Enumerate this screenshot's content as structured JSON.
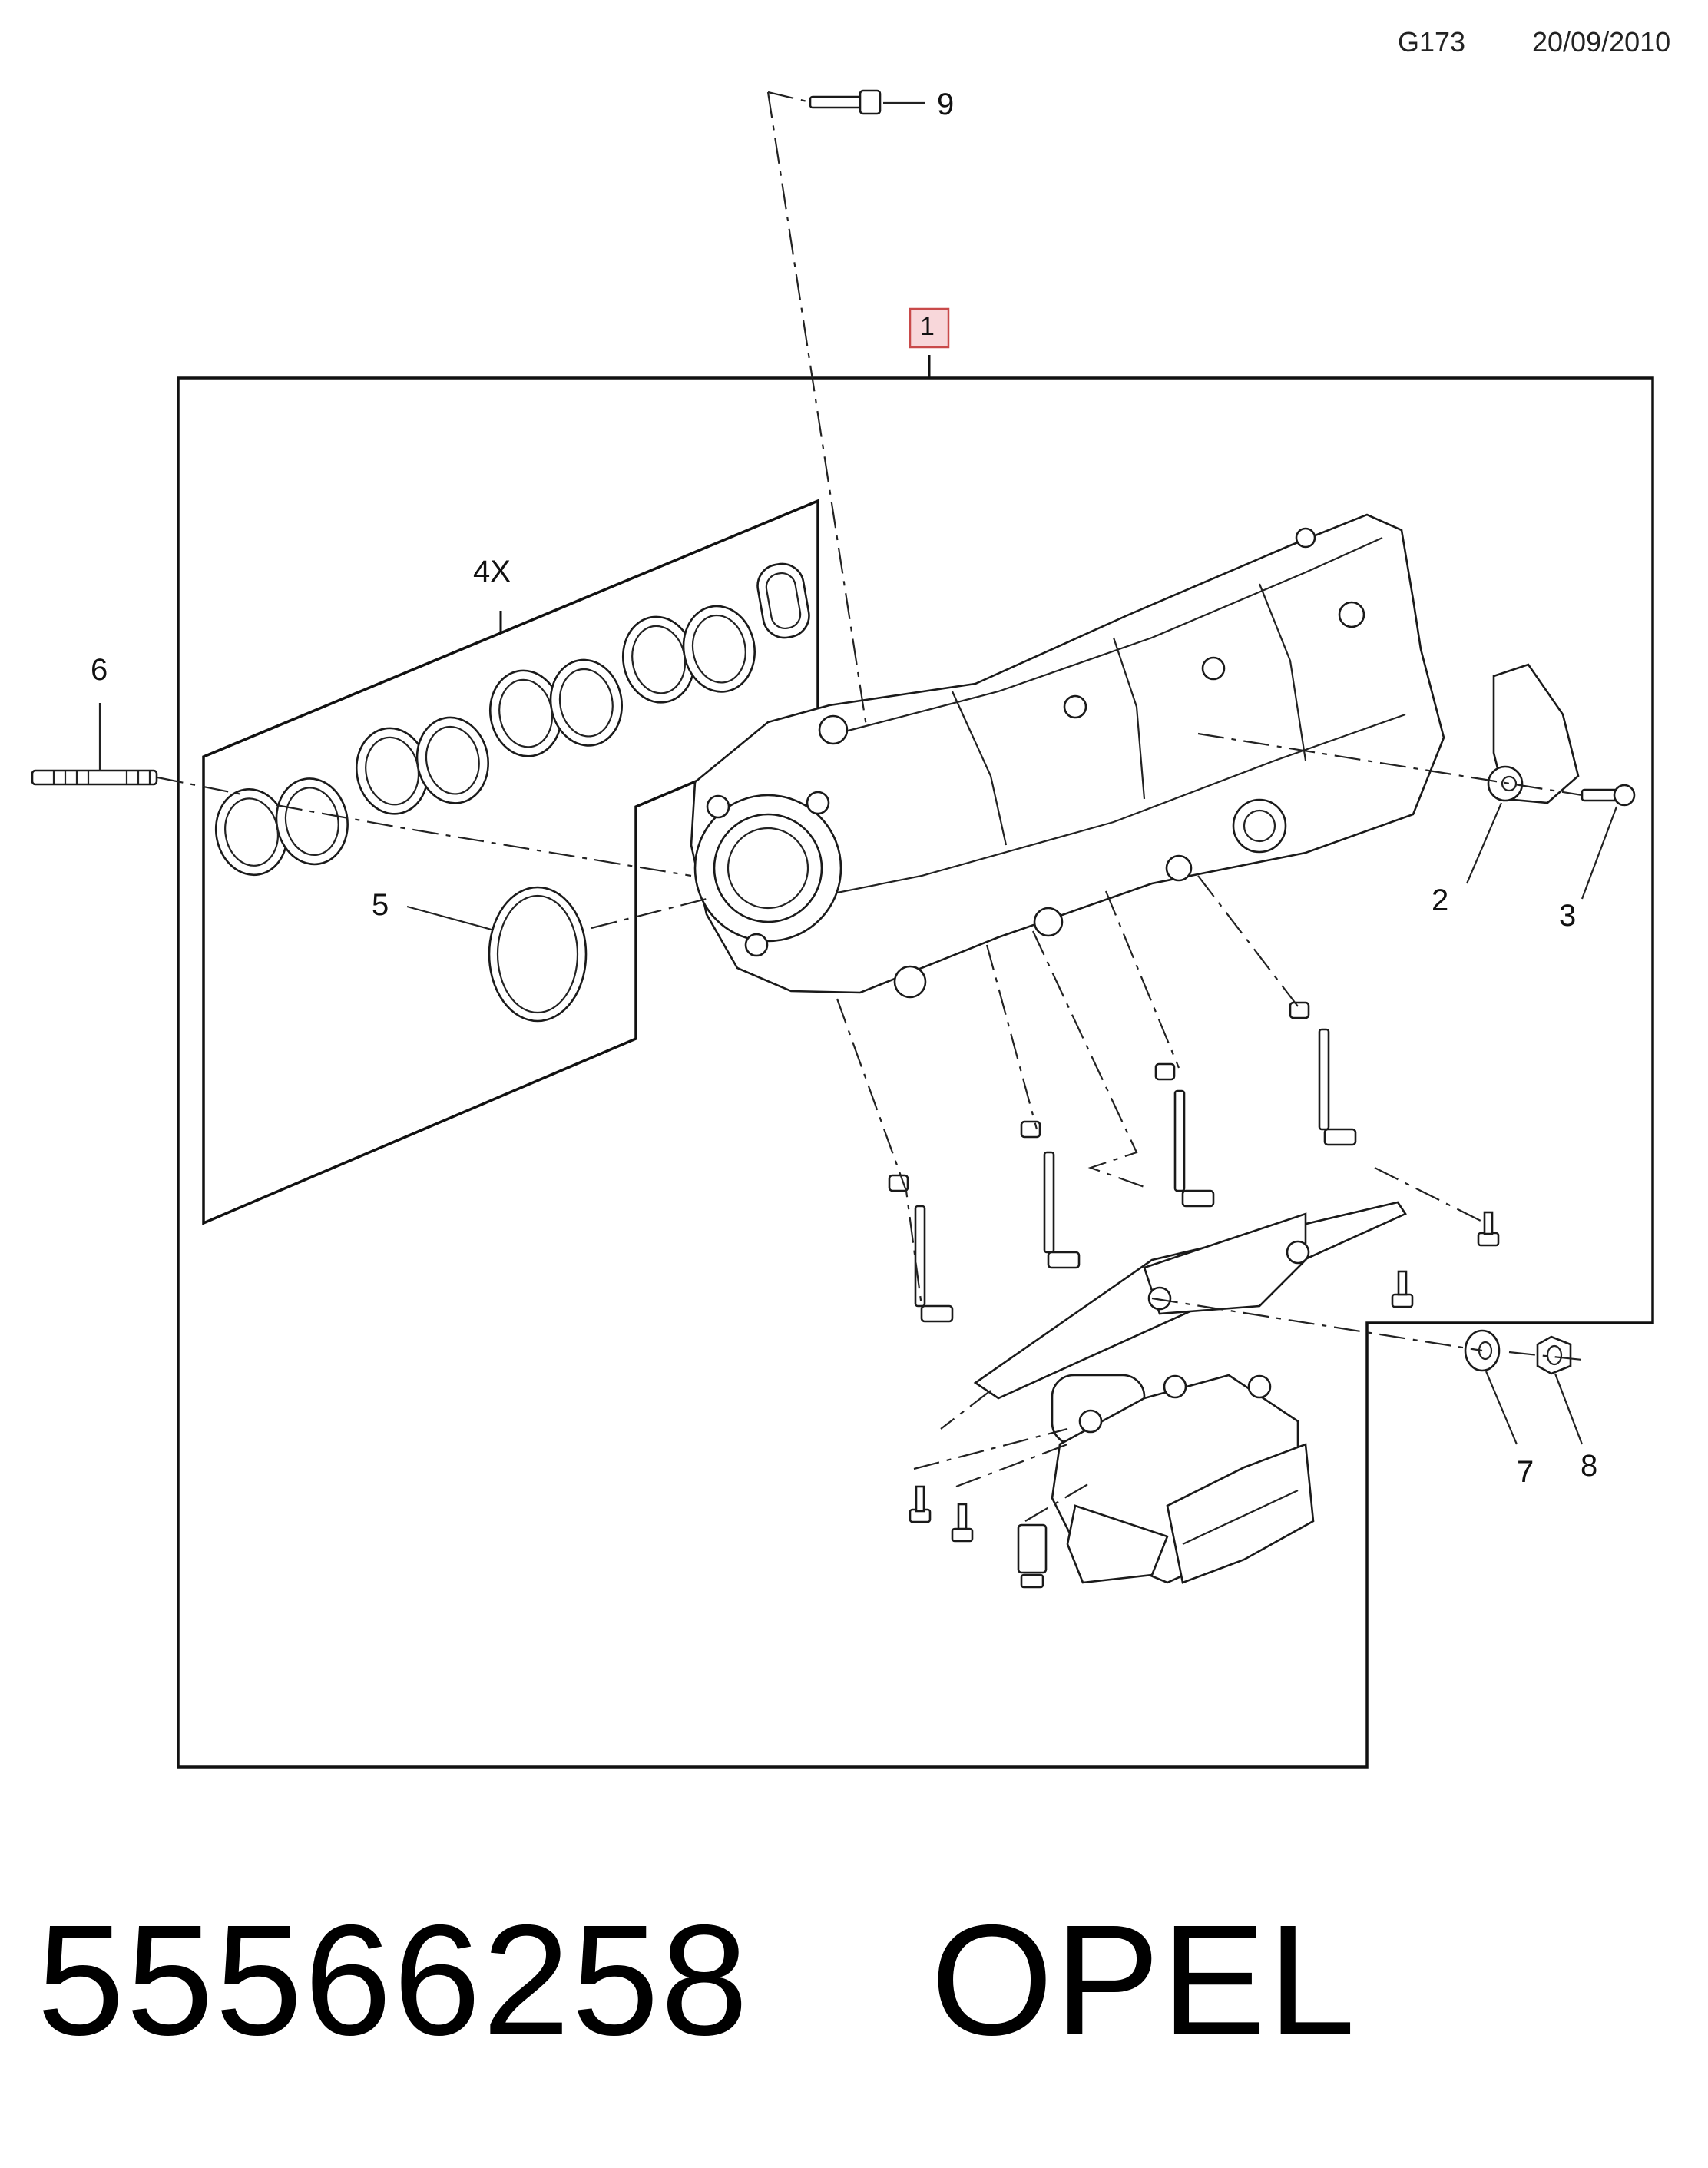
{
  "header": {
    "diagram_code": "G173",
    "date": "20/09/2010"
  },
  "callouts": {
    "c1": "1",
    "c2": "2",
    "c3": "3",
    "c4x": "4X",
    "c5": "5",
    "c6": "6",
    "c7": "7",
    "c8": "8",
    "c9": "9"
  },
  "footer": {
    "part_number": "55566258    OPEL"
  },
  "colors": {
    "callout_1_highlight": "#f8d7da",
    "callout_1_border": "#c94a4a",
    "line": "#111111"
  }
}
